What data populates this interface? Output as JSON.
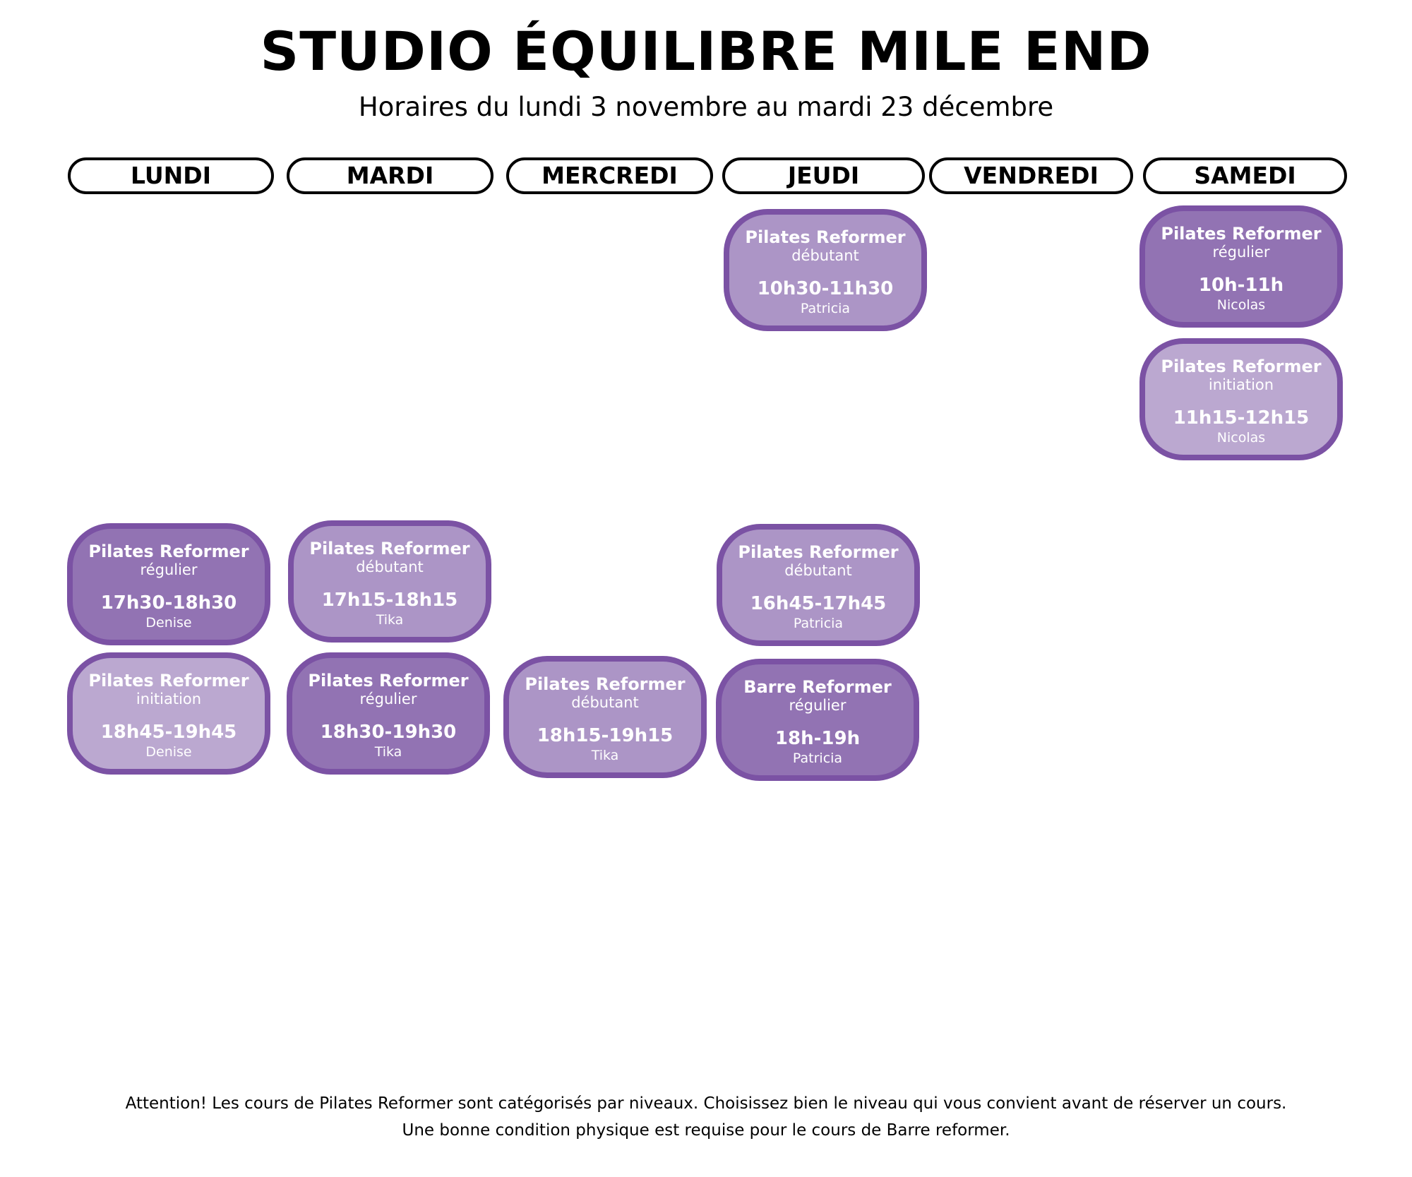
{
  "header": {
    "title": "STUDIO ÉQUILIBRE MILE END",
    "subtitle": "Horaires du lundi 3 novembre au mardi 23 décembre"
  },
  "colors": {
    "border": "#7b52a4",
    "regulier": "#9273b3",
    "debutant": "#ac95c6",
    "initiation": "#bba8d0"
  },
  "days": [
    "LUNDI",
    "MARDI",
    "MERCREDI",
    "JEUDI",
    "VENDREDI",
    "SAMEDI"
  ],
  "classes": [
    {
      "day": "JEUDI",
      "title": "Pilates Reformer",
      "level": "débutant",
      "time": "10h30-11h30",
      "instructor": "Patricia"
    },
    {
      "day": "SAMEDI",
      "title": "Pilates Reformer",
      "level": "régulier",
      "time": "10h-11h",
      "instructor": "Nicolas"
    },
    {
      "day": "SAMEDI",
      "title": "Pilates Reformer",
      "level": "initiation",
      "time": "11h15-12h15",
      "instructor": "Nicolas"
    },
    {
      "day": "LUNDI",
      "title": "Pilates Reformer",
      "level": "régulier",
      "time": "17h30-18h30",
      "instructor": "Denise"
    },
    {
      "day": "LUNDI",
      "title": "Pilates Reformer",
      "level": "initiation",
      "time": "18h45-19h45",
      "instructor": "Denise"
    },
    {
      "day": "MARDI",
      "title": "Pilates Reformer",
      "level": "débutant",
      "time": "17h15-18h15",
      "instructor": "Tika"
    },
    {
      "day": "MARDI",
      "title": "Pilates Reformer",
      "level": "régulier",
      "time": "18h30-19h30",
      "instructor": "Tika"
    },
    {
      "day": "MERCREDI",
      "title": "Pilates Reformer",
      "level": "débutant",
      "time": "18h15-19h15",
      "instructor": "Tika"
    },
    {
      "day": "JEUDI",
      "title": "Pilates Reformer",
      "level": "débutant",
      "time": "16h45-17h45",
      "instructor": "Patricia"
    },
    {
      "day": "JEUDI",
      "title": "Barre Reformer",
      "level": "régulier",
      "time": "18h-19h",
      "instructor": "Patricia"
    }
  ],
  "footer": {
    "line1": "Attention! Les cours de Pilates Reformer sont catégorisés par niveaux. Choisissez bien le niveau qui vous convient avant de réserver un cours.",
    "line2": "Une bonne condition physique est requise pour le cours de Barre reformer."
  }
}
